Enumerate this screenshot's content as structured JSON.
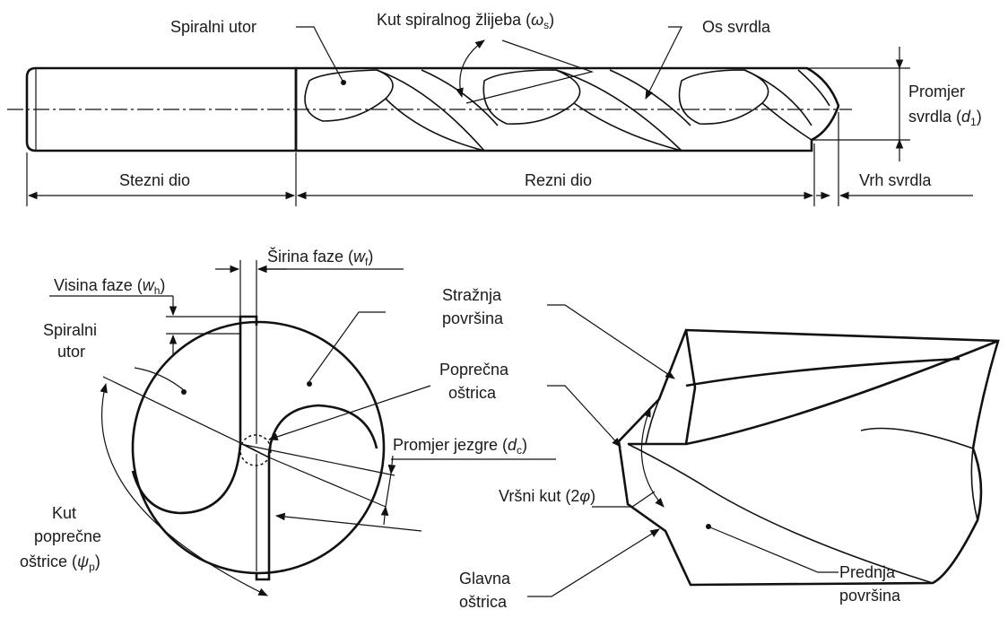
{
  "top": {
    "spiral_groove": "Spiralni utor",
    "helix_angle_prefix": "Kut spiralnog žlijeba (",
    "helix_angle_sym": "ω",
    "helix_angle_sub": "s",
    "helix_angle_suffix": ")",
    "drill_axis": "Os svrdla",
    "diameter_line1": "Promjer",
    "diameter_line2_prefix": "svrdla (",
    "diameter_sym": "d",
    "diameter_sub": "1",
    "diameter_suffix": ")",
    "shank": "Stezni dio",
    "cutting_part": "Rezni dio",
    "drill_tip": "Vrh svrdla"
  },
  "bottom_left": {
    "chamfer_width_prefix": "Širina faze (",
    "chamfer_width_sym": "w",
    "chamfer_width_sub": "f",
    "chamfer_width_suffix": ")",
    "chamfer_height_prefix": "Visina faze (",
    "chamfer_height_sym": "w",
    "chamfer_height_sub": "h",
    "chamfer_height_suffix": ")",
    "spiral_groove_line1": "Spiralni",
    "spiral_groove_line2": "utor",
    "chisel_edge_angle_line1": "Kut",
    "chisel_edge_angle_line2": "poprečne",
    "chisel_edge_angle_line3_prefix": "oštrice (",
    "chisel_edge_angle_sym": "ψ",
    "chisel_edge_angle_sub": "p",
    "chisel_edge_angle_suffix": ")",
    "flank_line1": "Stražnja",
    "flank_line2": "površina",
    "chisel_edge_line1": "Poprečna",
    "chisel_edge_line2": "oštrica",
    "core_diameter_prefix": "Promjer jezgre (",
    "core_diameter_sym": "d",
    "core_diameter_sub": "c",
    "core_diameter_suffix": ")",
    "main_edge_line1": "Glavna",
    "main_edge_line2": "oštrica"
  },
  "bottom_right": {
    "point_angle_prefix": "Vršni kut (2",
    "point_angle_sym": "φ",
    "point_angle_suffix": ")",
    "rake_line1": "Prednja",
    "rake_line2": "površina"
  }
}
